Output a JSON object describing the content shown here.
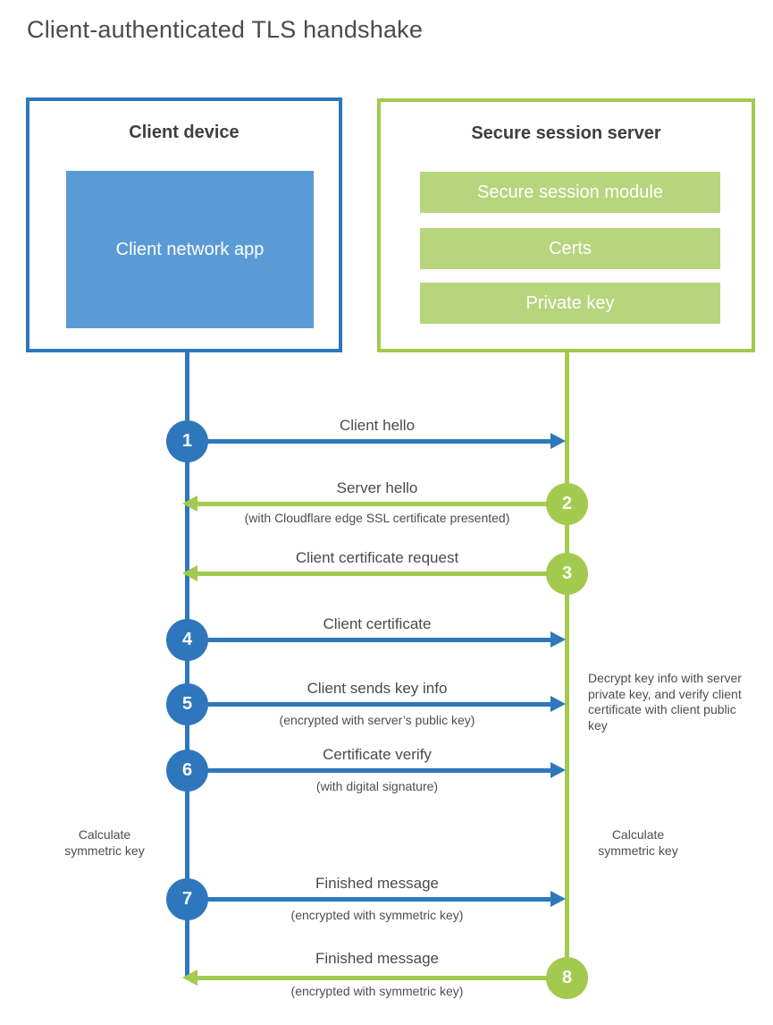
{
  "title": "Client-authenticated TLS handshake",
  "colors": {
    "blue": "#2e77bd",
    "blue_light": "#5b9bd5",
    "green": "#a2ca4e",
    "green_light": "#b6d57d"
  },
  "client_box": {
    "title": "Client device",
    "app_label": "Client network app"
  },
  "server_box": {
    "title": "Secure session server",
    "modules": [
      {
        "label": "Secure session module"
      },
      {
        "label": "Certs"
      },
      {
        "label": "Private key"
      }
    ]
  },
  "steps": [
    {
      "num": "1",
      "direction": "client-to-server",
      "label": "Client hello",
      "sublabel": ""
    },
    {
      "num": "2",
      "direction": "server-to-client",
      "label": "Server hello",
      "sublabel": "(with Cloudflare edge SSL certificate presented)"
    },
    {
      "num": "3",
      "direction": "server-to-client",
      "label": "Client certificate request",
      "sublabel": ""
    },
    {
      "num": "4",
      "direction": "client-to-server",
      "label": "Client certificate",
      "sublabel": ""
    },
    {
      "num": "5",
      "direction": "client-to-server",
      "label": "Client sends key info",
      "sublabel": "(encrypted with server’s public key)"
    },
    {
      "num": "6",
      "direction": "client-to-server",
      "label": "Certificate verify",
      "sublabel": "(with digital signature)"
    },
    {
      "num": "7",
      "direction": "client-to-server",
      "label": "Finished message",
      "sublabel": "(encrypted with symmetric key)"
    },
    {
      "num": "8",
      "direction": "server-to-client",
      "label": "Finished message",
      "sublabel": "(encrypted with symmetric key)"
    }
  ],
  "annotations": {
    "decrypt_note": "Decrypt key info with server private key, and verify client certificate with client public key",
    "calc_symmetric_left": "Calculate symmetric key",
    "calc_symmetric_right": "Calculate symmetric key"
  }
}
